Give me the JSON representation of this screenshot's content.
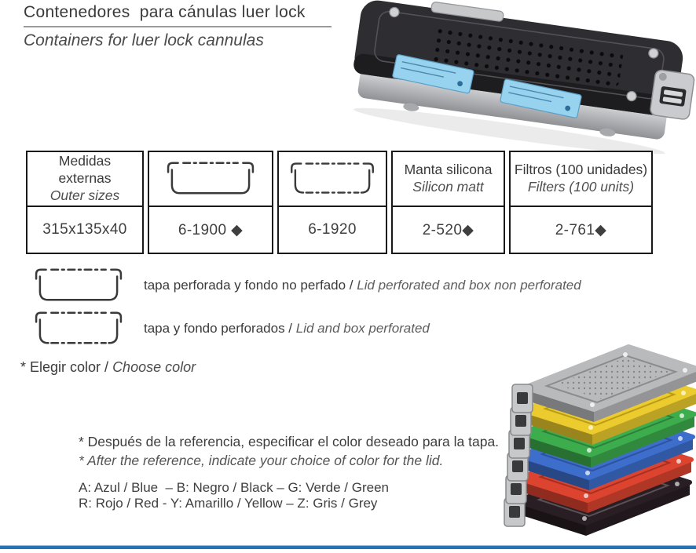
{
  "header": {
    "title_es": "Contenedores  para cánulas luer lock",
    "title_en": "Containers for luer lock cannulas"
  },
  "table": {
    "columns": [
      {
        "type": "labels",
        "label_es": "Medidas externas",
        "label_en": "Outer sizes",
        "value": "315x135x40"
      },
      {
        "type": "icon",
        "icon": "tray-lid-perforated",
        "value": "6-1900 ◆"
      },
      {
        "type": "icon",
        "icon": "tray-lid-and-box-perforated",
        "value": "6-1920"
      },
      {
        "type": "labels",
        "label_es": "Manta silicona",
        "label_en": "Silicon matt",
        "value": "2-520◆"
      },
      {
        "type": "labels",
        "label_es": "Filtros (100 unidades)",
        "label_en": "Filters (100 units)",
        "value": "2-761◆"
      }
    ]
  },
  "legend": [
    {
      "icon": "tray-lid-perforated",
      "text_es": "tapa perforada y fondo no perfado /",
      "text_en": "Lid perforated and box non perforated"
    },
    {
      "icon": "tray-lid-and-box-perforated",
      "text_es": "tapa y fondo perforados /",
      "text_en": "Lid and box perforated"
    }
  ],
  "choose_color": {
    "es": "* Elegir color /",
    "en": "Choose color"
  },
  "notes": {
    "line_es": "* Después de la referencia, especificar el color deseado para la tapa.",
    "line_en": "* After the reference, indicate your choice of color for the lid.",
    "codes_line1": "A: Azul / Blue  – B: Negro / Black – G: Verde / Green",
    "codes_line2": "R: Rojo / Red - Y: Amarillo / Yellow – Z: Gris / Grey"
  },
  "images": {
    "photo": "black perforated-lid container with silver base, blue labels and latch",
    "lid_stack_order": [
      "grey",
      "yellow",
      "green",
      "blue",
      "red",
      "black"
    ]
  },
  "colors": {
    "accent_line": "#2273b8",
    "lid_grey": "#b9babc",
    "lid_yellow": "#eccb2e",
    "lid_green": "#3dac4d",
    "lid_blue": "#3e6ecc",
    "lid_red": "#dc4430",
    "lid_black": "#281e23",
    "label_blue": "#97d2ef",
    "photo_lid_black": "#2e2e32",
    "photo_base_silver": "#c9cbcd"
  }
}
